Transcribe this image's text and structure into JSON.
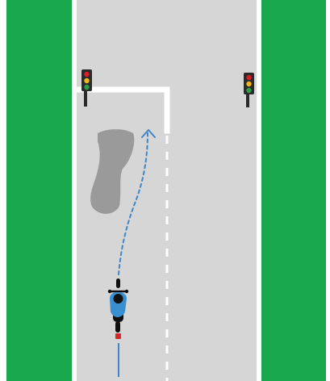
{
  "scene": {
    "colors": {
      "grass": "#1aa84f",
      "road": "#d6d6d6",
      "road_edge_line": "#ffffff",
      "puddle": "#9a9a9a",
      "path": "#3f86c9",
      "signal_housing": "#2a2a2a",
      "signal_red": "#d61f26",
      "signal_amber": "#f2b61a",
      "signal_green": "#2e9d47",
      "rider_jacket": "#3a8fd1",
      "rider_helmet": "#111111",
      "bike_body": "#0f0f0f",
      "tail_light": "#d62828",
      "frame_border": "#111111"
    },
    "icons": {
      "left_signal": "traffic-light-icon",
      "right_signal": "traffic-light-icon",
      "rider": "motorcycle-icon",
      "path_head": "arrowhead-icon"
    },
    "elements": {
      "left_grass": "grass",
      "right_grass": "grass",
      "road": "road",
      "stop_line": "stop-line",
      "lane_divider": "dashed-lane-line",
      "puddle": "water-puddle",
      "path": "dashed-path",
      "rider": "motorcyclist"
    }
  }
}
